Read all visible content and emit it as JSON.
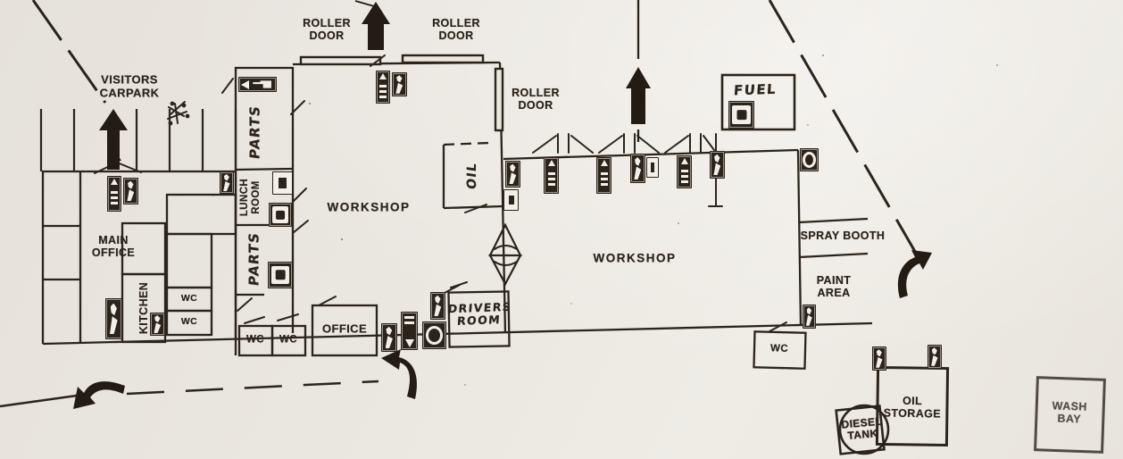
{
  "colors": {
    "paper": "#eae6e0",
    "ink": "#2b241b"
  },
  "labels": {
    "visitors_carpark": "VISITORS\nCARPARK",
    "roller_door": "ROLLER\nDOOR",
    "parts": "PARTS",
    "lunch_room": "LUNCH\nROOM",
    "main_office": "MAIN\nOFFICE",
    "kitchen": "KITCHEN",
    "wc": "WC",
    "workshop": "WORKSHOP",
    "oil": "OIL",
    "office": "OFFICE",
    "drivers_room": "DRIVERS\nROOM",
    "fuel": "FUEL",
    "spray_booth": "SPRAY BOOTH",
    "paint_area": "PAINT\nAREA",
    "oil_storage": "OIL\nSTORAGE",
    "diesel_tank": "DIESEL\nTANK",
    "wash_bay": "WASH\nBAY"
  },
  "icons": {
    "fire_exit_sign": "black placard with white running figure",
    "assembly_point_sign": "black placard with white up arrow and dots",
    "fire_extinguisher_sign": "black placard with white square",
    "first_aid_sign": "black placard with white bars and down arrow",
    "clock_sign": "black placard with white ring",
    "exit_left_sign": "black placard with white left arrow",
    "safety_notice_sign": "white placard with black glyph",
    "entrance_arrow": "solid black straight arrow",
    "traffic_flow_arrow": "solid black curved arrow",
    "tree": "scribbled shrub mark",
    "site_boundary": "dashed line"
  }
}
